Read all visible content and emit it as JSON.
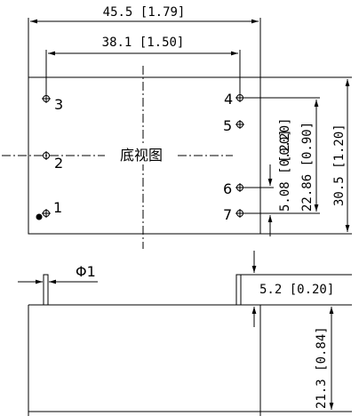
{
  "view_label": "底视图",
  "dimensions": {
    "overall_width": "45.5 [1.79]",
    "pin_span": "38.1 [1.50]",
    "overall_height": "30.5 [1.20]",
    "pin_pitch_22": "22.86 [0.90]",
    "pin_pitch_5": "5.08 [0.20]",
    "edge_offset": "0.20",
    "pin_diameter": "Φ1",
    "pin_length": "5.2 [0.20]",
    "body_height": "21.3 [0.84]"
  },
  "pins": [
    {
      "label": "1",
      "shape": "filled-dot-with-crosshair"
    },
    {
      "label": "2",
      "shape": "crosshair-circle"
    },
    {
      "label": "3",
      "shape": "crosshair-circle"
    },
    {
      "label": "4",
      "shape": "crosshair-circle"
    },
    {
      "label": "5",
      "shape": "crosshair-circle"
    },
    {
      "label": "6",
      "shape": "crosshair-circle"
    },
    {
      "label": "7",
      "shape": "crosshair-circle"
    }
  ]
}
